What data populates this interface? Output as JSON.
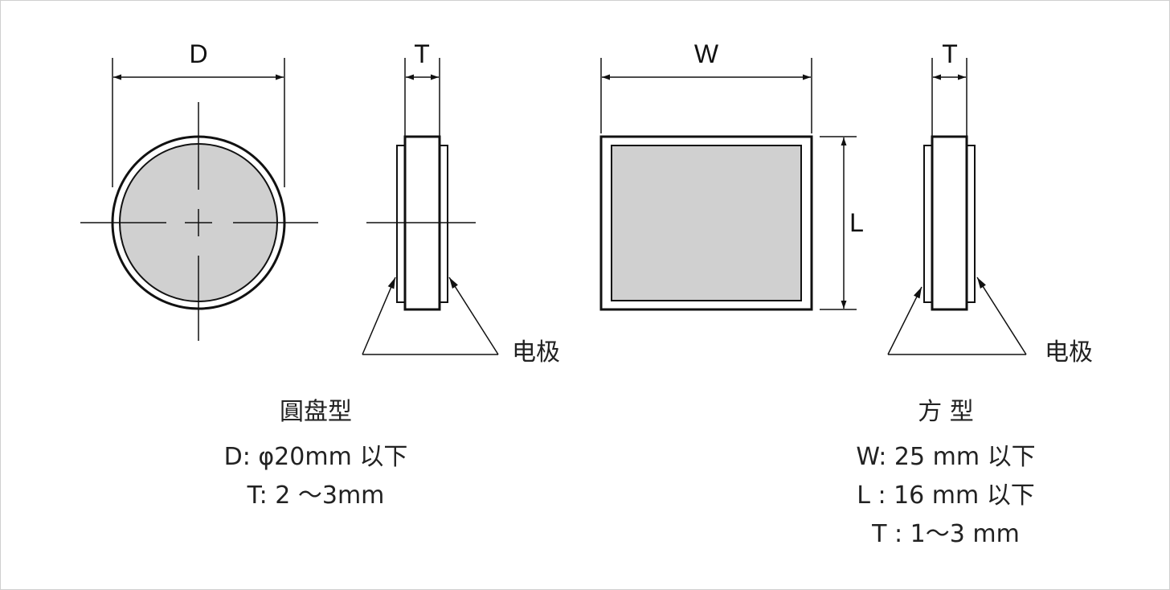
{
  "disc": {
    "dim_d": "D",
    "dim_t": "T",
    "electrode_label": "电极",
    "title": "圓盘型",
    "spec_d": "D: φ20mm 以下",
    "spec_t": "T: 2 ～3mm"
  },
  "square": {
    "dim_w": "W",
    "dim_t": "T",
    "dim_l": "L",
    "electrode_label": "电极",
    "title": "方 型",
    "spec_w": "W: 25 mm 以下",
    "spec_l": "L : 16 mm 以下",
    "spec_t": "T : 1～3 mm"
  },
  "colors": {
    "electrode_fill": "#d0d0d0",
    "line": "#111111",
    "border": "#cfcfcf"
  }
}
